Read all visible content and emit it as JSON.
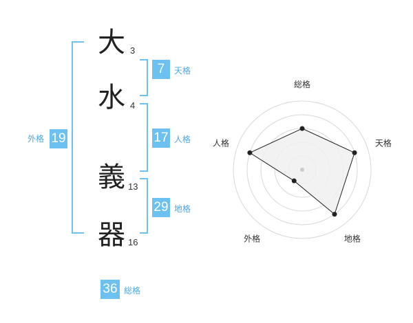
{
  "name_chars": [
    {
      "char": "大",
      "strokes": "3"
    },
    {
      "char": "水",
      "strokes": "4"
    },
    {
      "char": "義",
      "strokes": "13"
    },
    {
      "char": "器",
      "strokes": "16"
    }
  ],
  "fortune": {
    "tenkaku": {
      "value": "7",
      "label": "天格"
    },
    "jinkaku": {
      "value": "17",
      "label": "人格"
    },
    "chikaku": {
      "value": "29",
      "label": "地格"
    },
    "gaikaku": {
      "value": "19",
      "label": "外格"
    },
    "soukaku": {
      "value": "36",
      "label": "総格"
    }
  },
  "colors": {
    "accent": "#6cc1f0",
    "label": "#4aa8e0",
    "radar_fill": "#f0f0f0",
    "radar_line": "#222222"
  },
  "chart_data": {
    "type": "radar",
    "axes": [
      "総格",
      "天格",
      "地格",
      "外格",
      "人格"
    ],
    "levels": 5,
    "max": 5,
    "values": [
      3,
      4,
      4,
      1,
      4
    ]
  }
}
